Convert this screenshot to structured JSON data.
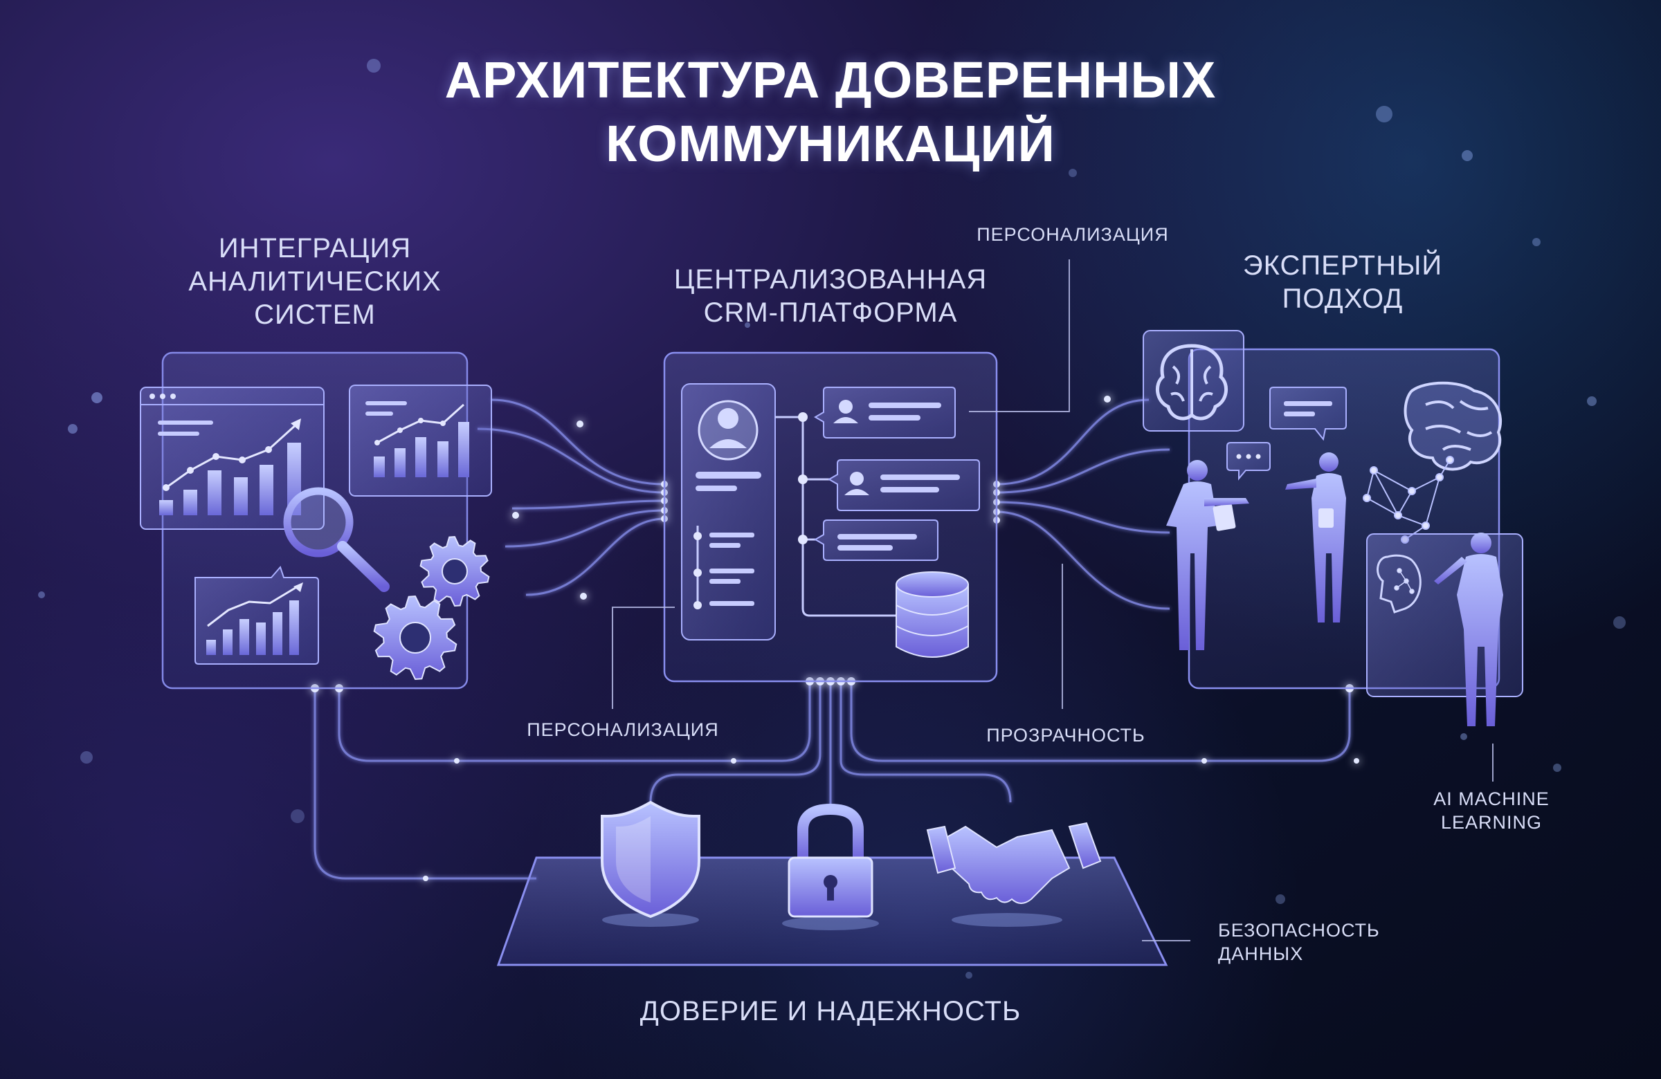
{
  "title": {
    "line1": "АРХИТЕКТУРА ДОВЕРЕННЫХ",
    "line2": "КОММУНИКАЦИЙ"
  },
  "sections": {
    "analytics": {
      "line1": "ИНТЕГРАЦИЯ",
      "line2": "АНАЛИТИЧЕСКИХ",
      "line3": "СИСТЕМ"
    },
    "crm": {
      "line1": "ЦЕНТРАЛИЗОВАННАЯ",
      "line2": "CRM-ПЛАТФОРМА"
    },
    "expert": {
      "line1": "ЭКСПЕРТНЫЙ",
      "line2": "ПОДХОД"
    }
  },
  "annotations": {
    "personalization_top": "ПЕРСОНАЛИЗАЦИЯ",
    "personalization_bottom": "ПЕРСОНАЛИЗАЦИЯ",
    "transparency": "ПРОЗРАЧНОСТЬ",
    "ai": {
      "line1": "AI MACHINE",
      "line2": "LEARNING"
    },
    "security": {
      "line1": "БЕЗОПАСНОСТЬ",
      "line2": "ДАННЫХ"
    }
  },
  "footer": "ДОВЕРИЕ И НАДЕЖНОСТЬ",
  "colors": {
    "panel_stroke": "#8a8ff0",
    "glow": "#9fb4ff",
    "icon_fill": "#7a7be6",
    "line": "#7f86e0"
  }
}
